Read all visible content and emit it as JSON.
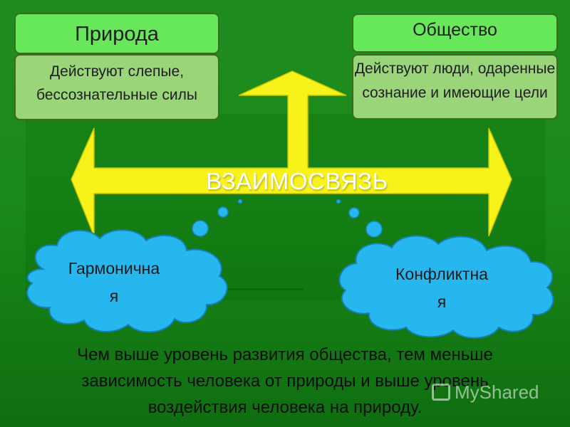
{
  "nature": {
    "title": "Природа",
    "description": "Действуют слепые, бессознательные силы"
  },
  "society": {
    "title": "Общество",
    "description": "Действуют люди, одаренные сознание и имеющие цели"
  },
  "relation": {
    "label": "ВЗАИМОСВЯЗЬ"
  },
  "clouds": {
    "harmonious": {
      "line1": "Гармонична",
      "line2": "я"
    },
    "conflict": {
      "line1": "Конфликтна",
      "line2": "я"
    }
  },
  "conclusion": {
    "line1": "Чем выше уровень развития общества, тем меньше",
    "line2": "зависимость человека от природы и выше уровень",
    "line3": "воздействия человека на природу."
  },
  "watermark": {
    "text": "MyShared"
  },
  "colors": {
    "background": "#1a8a1a",
    "arrow": "#f7f21a",
    "title_box": "#66e85a",
    "desc_box": "#9bd57a",
    "cloud": "#27b7ef"
  }
}
